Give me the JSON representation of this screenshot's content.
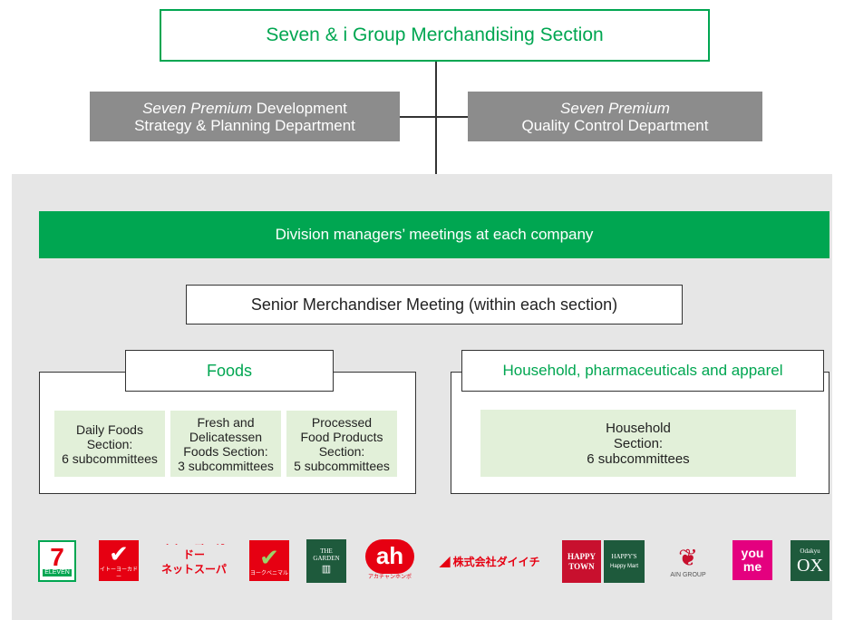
{
  "top": {
    "title": "Seven & i Group Merchandising Section"
  },
  "departments": {
    "left": {
      "italic": "Seven Premium",
      "line1_rest": " Development",
      "line2": "Strategy & Planning Department"
    },
    "right": {
      "italic": "Seven Premium",
      "line2": "Quality Control Department"
    }
  },
  "division": {
    "title": "Division managers’ meetings at each company"
  },
  "senior": {
    "title": "Senior Merchandiser Meeting (within each section)"
  },
  "foods": {
    "label": "Foods",
    "sections": [
      {
        "lines": [
          "Daily Foods",
          "Section:",
          "6 subcommittees"
        ]
      },
      {
        "lines": [
          "Fresh and",
          "Delicatessen",
          "Foods Section:",
          "3 subcommittees"
        ]
      },
      {
        "lines": [
          "Processed",
          "Food Products",
          "Section:",
          "5 subcommittees"
        ]
      }
    ]
  },
  "household": {
    "label": "Household, pharmaceuticals and apparel",
    "section": {
      "lines": [
        "Household",
        "Section:",
        "6 subcommittees"
      ]
    }
  },
  "logos": [
    {
      "name": "ELEVEN",
      "color": "#e60012"
    },
    {
      "name": "イトーヨーカドー",
      "color": "#e60012"
    },
    {
      "name": "イトーヨーカドー",
      "name2": "ネットスーパー",
      "color": "#e60012"
    },
    {
      "name": "ヨークベニマル",
      "color": "#e60012"
    },
    {
      "name": "THE",
      "name2": "GARDEN",
      "color": "#1e5a3c"
    },
    {
      "name": "ah",
      "name2": "アカチャンホンポ",
      "color": "#e60012"
    },
    {
      "name": "株式会社ダイイチ",
      "color": "#e60012"
    },
    {
      "name": "HAPPY",
      "name2": "TOWN",
      "color": "#c8102e"
    },
    {
      "name": "HAPPY'S",
      "name2": "Happy Mart",
      "color": "#1e5a3c"
    },
    {
      "name": "AIN GROUP",
      "color": "#c8102e"
    },
    {
      "name": "you",
      "name2": "me",
      "color": "#e4007f"
    },
    {
      "name": "Odakyu",
      "name2": "OX",
      "color": "#1e5a3c"
    }
  ]
}
